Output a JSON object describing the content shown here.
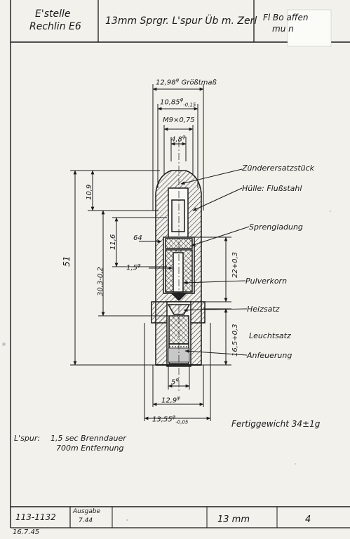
{
  "title_block": {
    "origin_line1": "E'stelle",
    "origin_line2": "Rechlin E6",
    "designation": "13mm Sprgr. L'spur Üb m. Zerl",
    "dept_line1": "Fl Bo  affen",
    "dept_line2": "mu   n"
  },
  "dimensions": {
    "max_dia": "12,98",
    "max_dia_suffix": "Größtmaß",
    "dia_1085": "10,85",
    "dia_1085_tol": "-0,15",
    "thread": "M9×0,75",
    "bore": "4,8",
    "len_109": "10,9",
    "len_116": "11,6",
    "angle_64": "64",
    "len_51": "51",
    "len_303": "30,3-0,2",
    "dia_15": "1,5",
    "len_22": "22+0,3",
    "len_165": "16,5+0,3",
    "dia_5": "5",
    "dia_129": "12,9",
    "dia_1355": "13,55",
    "dia_1355_tol": "-0,05",
    "phi": "φ"
  },
  "callouts": {
    "zuender": "Zünderersatzstück",
    "huelle": "Hülle: Flußstahl",
    "spreng": "Sprengladung",
    "pulver": "Pulverkorn",
    "heiz": "Heizsatz",
    "leucht": "Leuchtsatz",
    "anfeuer": "Anfeuerung"
  },
  "notes": {
    "weight": "Fertiggewicht 34±1g",
    "lspur_label": "L'spur:",
    "lspur_line1": "1,5 sec Brenndauer",
    "lspur_line2": "700m Entfernung"
  },
  "footer": {
    "drawing_no": "113-1132",
    "ausgabe_label": "Ausgabe",
    "ausgabe_value": "7.44",
    "size": "13 mm",
    "sheet_no": "4",
    "scrawl": "16.7.45"
  }
}
